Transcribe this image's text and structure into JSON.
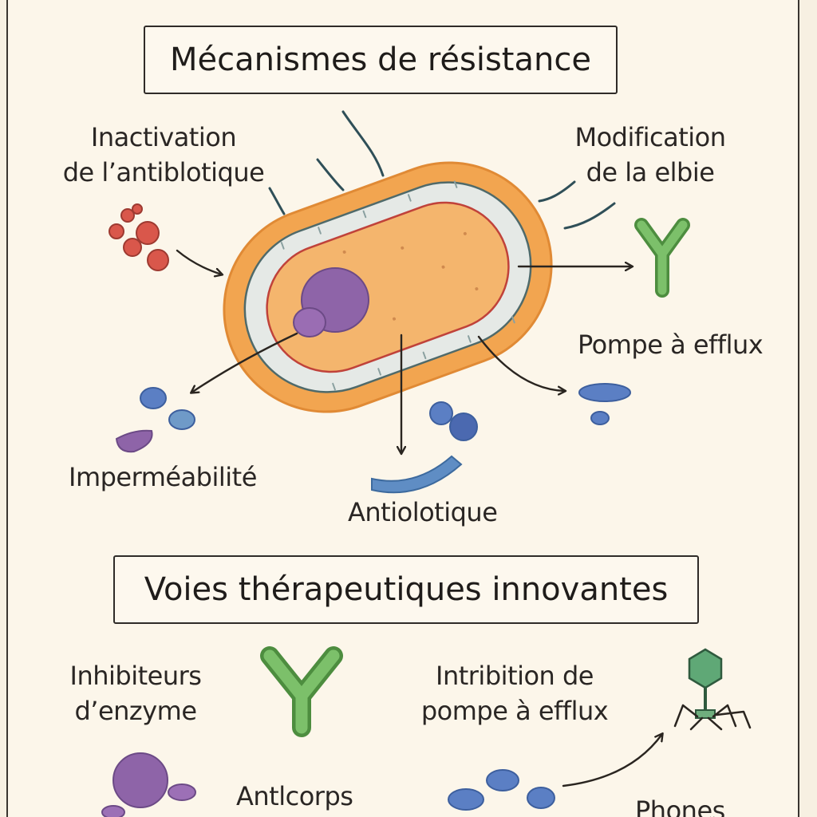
{
  "sections": {
    "mechanisms_title": "Mécanismes de résistance",
    "therapies_title": "Voies thérapeutiques innovantes"
  },
  "mechanisms": {
    "inactivation": [
      "Inactivation",
      "de l’antiblotique"
    ],
    "modification": [
      "Modification",
      "de la elbie"
    ],
    "efflux": "Pompe à efflux",
    "impermeability": "Imperméabilité",
    "antibiotic": "Antiolotique"
  },
  "therapies": {
    "enzyme_inhibitors": [
      "Inhibiteurs",
      "d’enzyme"
    ],
    "efflux_inhibition": [
      "Intribition de",
      "pompe à efflux"
    ],
    "antibodies": "Antlcorps",
    "phages": "Phones"
  },
  "colors": {
    "outer_wall": "#f2a550",
    "periplasm": "#e5e9e6",
    "cytoplasm": "#f4b56d",
    "nucleoid": "#8e64a8",
    "enzyme_red": "#d9564a",
    "antibody_green": "#6fae5e",
    "molecule_blue": "#5b7fc4",
    "phage_green": "#5fa876"
  }
}
